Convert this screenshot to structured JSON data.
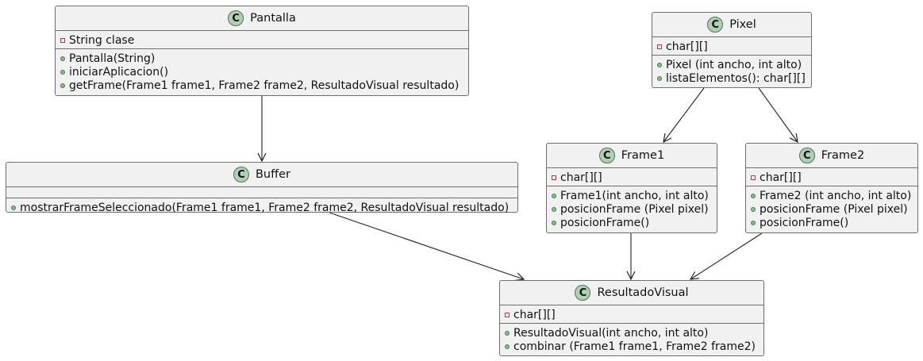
{
  "classes": {
    "pantalla": {
      "name": "Pantalla",
      "stereotype": "C",
      "attributes": [
        {
          "vis": "private",
          "text": "String clase"
        }
      ],
      "methods": [
        {
          "vis": "public",
          "text": "Pantalla(String)"
        },
        {
          "vis": "public",
          "text": "iniciarAplicacion()"
        },
        {
          "vis": "public",
          "text": "getFrame(Frame1 frame1, Frame2 frame2, ResultadoVisual resultado)"
        }
      ]
    },
    "pixel": {
      "name": "Pixel",
      "stereotype": "C",
      "attributes": [
        {
          "vis": "private",
          "text": "char[][]"
        }
      ],
      "methods": [
        {
          "vis": "public",
          "text": "Pixel (int ancho, int alto)"
        },
        {
          "vis": "public",
          "text": "listaElementos(): char[][]"
        }
      ]
    },
    "buffer": {
      "name": "Buffer",
      "stereotype": "C",
      "attributes": [],
      "methods": [
        {
          "vis": "public",
          "text": "mostrarFrameSeleccionado(Frame1 frame1, Frame2 frame2, ResultadoVisual resultado)"
        }
      ]
    },
    "frame1": {
      "name": "Frame1",
      "stereotype": "C",
      "attributes": [
        {
          "vis": "private",
          "text": "char[][]"
        }
      ],
      "methods": [
        {
          "vis": "public",
          "text": "Frame1(int ancho, int alto)"
        },
        {
          "vis": "public",
          "text": "posicionFrame (Pixel pixel)"
        },
        {
          "vis": "public",
          "text": "posicionFrame()"
        }
      ]
    },
    "frame2": {
      "name": "Frame2",
      "stereotype": "C",
      "attributes": [
        {
          "vis": "private",
          "text": "char[][]"
        }
      ],
      "methods": [
        {
          "vis": "public",
          "text": "Frame2 (int ancho, int alto)"
        },
        {
          "vis": "public",
          "text": "posicionFrame (Pixel pixel)"
        },
        {
          "vis": "public",
          "text": "posicionFrame()"
        }
      ]
    },
    "resultado": {
      "name": "ResultadoVisual",
      "stereotype": "C",
      "attributes": [
        {
          "vis": "private",
          "text": "char[][]"
        }
      ],
      "methods": [
        {
          "vis": "public",
          "text": "ResultadoVisual(int ancho, int alto)"
        },
        {
          "vis": "public",
          "text": "combinar (Frame1 frame1, Frame2 frame2)"
        }
      ]
    }
  },
  "relations": [
    {
      "from": "pantalla",
      "to": "buffer"
    },
    {
      "from": "pixel",
      "to": "frame1"
    },
    {
      "from": "pixel",
      "to": "frame2"
    },
    {
      "from": "buffer",
      "to": "resultado"
    },
    {
      "from": "frame1",
      "to": "resultado"
    },
    {
      "from": "frame2",
      "to": "resultado"
    }
  ],
  "colors": {
    "class_fill": "#f1f1f1",
    "class_border": "#6e6e6e",
    "stereotype_circle": "#add1b2",
    "public_marker": "#84be84",
    "private_marker": "#a0403f",
    "edge": "#222222"
  }
}
